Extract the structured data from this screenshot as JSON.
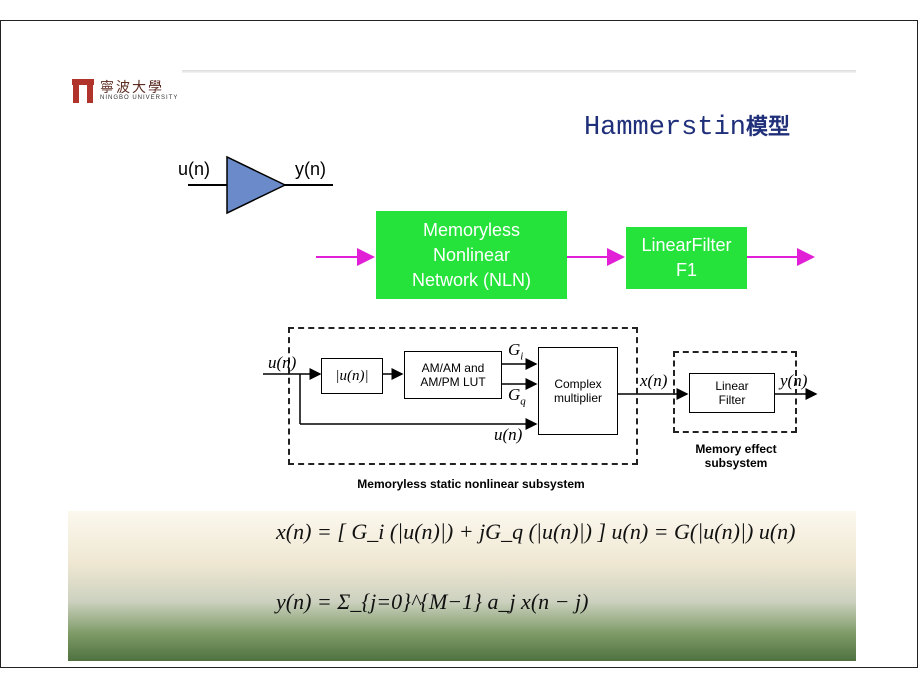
{
  "logo": {
    "cn": "寧波大學",
    "en": "NINGBO UNIVERSITY"
  },
  "title": {
    "latin": "Hammerstin",
    "cn": "模型"
  },
  "amp": {
    "input": "u(n)",
    "output": "y(n)"
  },
  "blocks": {
    "nln_line1": "Memoryless",
    "nln_line2": "Nonlinear",
    "nln_line3": "Network (NLN)",
    "filter_line1": "LinearFilter",
    "filter_line2": "F1"
  },
  "detail": {
    "input": "u(n)",
    "abs": "|u(n)|",
    "lut_line1": "AM/AM and",
    "lut_line2": "AM/PM LUT",
    "gi": "G",
    "gi_sub": "i",
    "gq": "G",
    "gq_sub": "q",
    "mult_line1": "Complex",
    "mult_line2": "multiplier",
    "bypass": "u(n)",
    "mid": "x(n)",
    "filter_line1": "Linear",
    "filter_line2": "Filter",
    "output": "y(n)",
    "caption_left": "Memoryless static nonlinear subsystem",
    "caption_right_1": "Memory effect",
    "caption_right_2": "subsystem"
  },
  "equations": {
    "eq1": "x(n) = [ G_i (|u(n)|) + jG_q (|u(n)|) ] u(n) = G(|u(n)|) u(n)",
    "eq2": "y(n) = Σ_{j=0}^{M−1} a_j x(n − j)"
  },
  "colors": {
    "title": "#1f2f7a",
    "block": "#25e33a",
    "arrow": "#e11fd6",
    "triangle": "#6a8ac9"
  }
}
